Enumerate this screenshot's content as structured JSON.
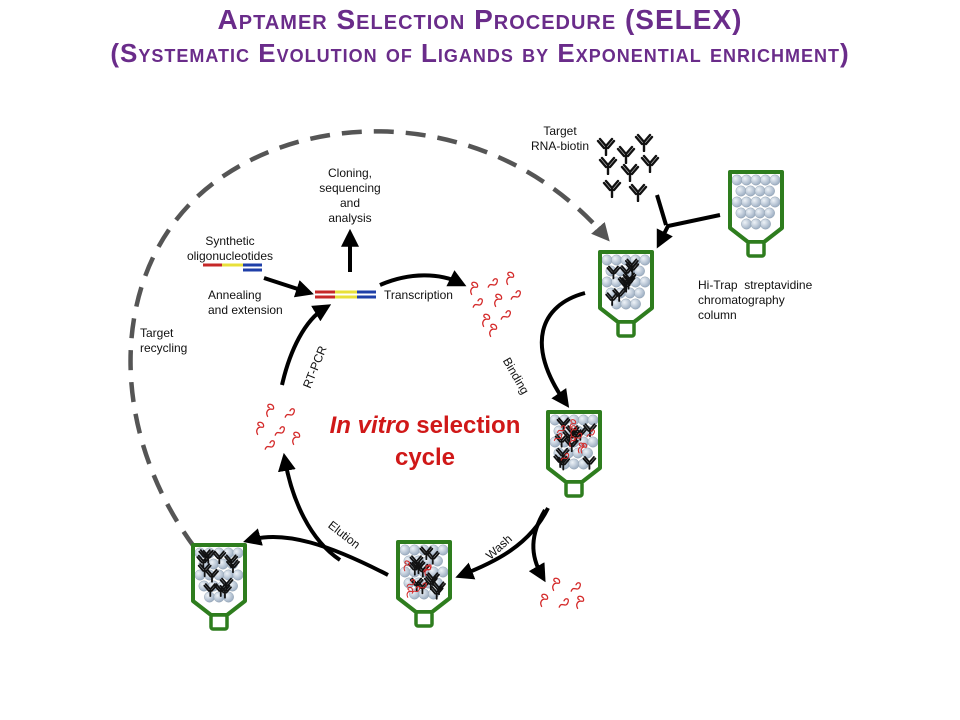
{
  "title": {
    "line1": "Aptamer Selection Procedure (SELEX)",
    "line2": "(Systematic Evolution of Ligands by Exponential enrichment)"
  },
  "labels": {
    "target_rna": "Target\nRNA-biotin",
    "cloning": "Cloning,\nsequencing\nand\nanalysis",
    "synthetic": "Synthetic\noligonucleotides",
    "annealing": "Annealing\nand extension",
    "transcription": "Transcription",
    "column": "Hi-Trap  streptavidine\nchromatography\ncolumn",
    "target_recycling": "Target\nrecycling",
    "binding": "Binding",
    "rtpcr": "RT-PCR",
    "wash": "Wash",
    "elution": "Elution"
  },
  "cycle": {
    "italic": "In vitro",
    "rest": " selection",
    "line2": "cycle"
  },
  "colors": {
    "title": "#6a2c8a",
    "cycle_text": "#d01818",
    "column_outline": "#2e7d1e",
    "aptamer": "#d42a2a",
    "dna_red": "#c62828",
    "dna_yellow": "#e8e03a",
    "dna_blue": "#1f3fa8"
  }
}
